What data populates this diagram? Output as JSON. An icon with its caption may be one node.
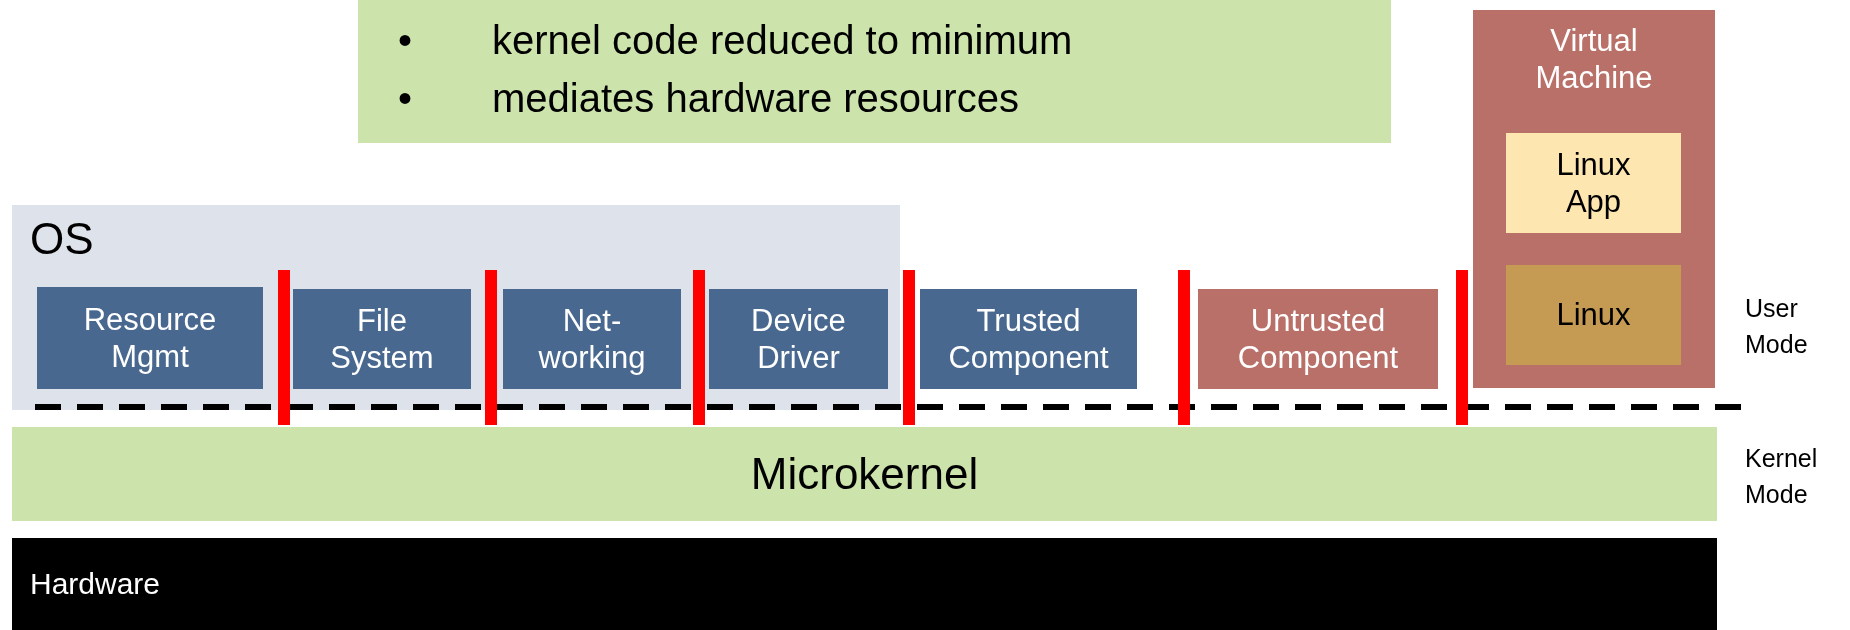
{
  "diagram": {
    "nodes": [
      {
        "text": [
          "•",
          "kernel code reduced to minimum",
          "•",
          "mediates hardware resources"
        ]
      },
      {
        "text": [
          "Virtual Machine"
        ]
      },
      {
        "text": [
          "Linux App"
        ],
        "in": 1
      },
      {
        "text": [
          "Linux"
        ],
        "in": 1
      },
      {
        "text": [
          "OS"
        ]
      },
      {
        "text": [
          "Resource Mgmt"
        ],
        "in": 4
      },
      {
        "text": [
          "File System"
        ],
        "in": 4
      },
      {
        "text": [
          "Net- working"
        ],
        "in": 4
      },
      {
        "text": [
          "Device Driver"
        ],
        "in": 4
      },
      {
        "text": [
          "Trusted Component"
        ]
      },
      {
        "text": [
          "Untrusted Component"
        ]
      },
      {
        "text": [
          "Microkernel"
        ]
      },
      {
        "text": [
          "Hardware"
        ]
      }
    ],
    "labels": [
      "User Mode",
      "Kernel Mode"
    ]
  }
}
